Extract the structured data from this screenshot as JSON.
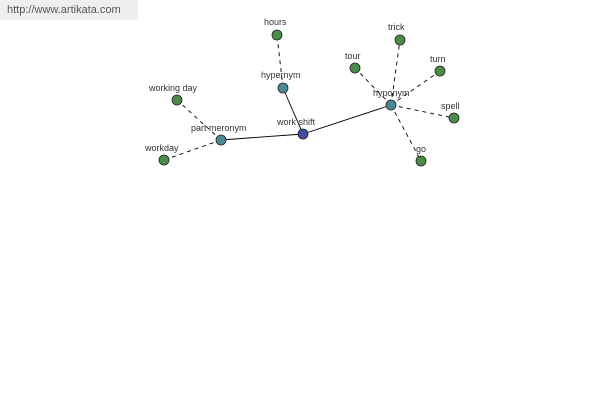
{
  "watermark": "http://www.artikata.com",
  "colors": {
    "center": "#3f4ea0",
    "relation": "#4a8a94",
    "leaf": "#4c8c4a",
    "edge": "#000000"
  },
  "nodes": [
    {
      "id": "center",
      "label": "work shift",
      "kind": "center"
    },
    {
      "id": "hypernym",
      "label": "hypernym",
      "kind": "relation"
    },
    {
      "id": "part-meronym",
      "label": "part meronym",
      "kind": "relation"
    },
    {
      "id": "hyponym",
      "label": "hyponym",
      "kind": "relation"
    },
    {
      "id": "hours",
      "label": "hours",
      "kind": "leaf"
    },
    {
      "id": "working-day",
      "label": "working day",
      "kind": "leaf"
    },
    {
      "id": "workday",
      "label": "workday",
      "kind": "leaf"
    },
    {
      "id": "tour",
      "label": "tour",
      "kind": "leaf"
    },
    {
      "id": "trick",
      "label": "trick",
      "kind": "leaf"
    },
    {
      "id": "turn",
      "label": "turn",
      "kind": "leaf"
    },
    {
      "id": "spell",
      "label": "spell",
      "kind": "leaf"
    },
    {
      "id": "go",
      "label": "go",
      "kind": "leaf"
    }
  ],
  "edges": [
    {
      "from": "center",
      "to": "hypernym",
      "style": "solid"
    },
    {
      "from": "center",
      "to": "part-meronym",
      "style": "solid"
    },
    {
      "from": "center",
      "to": "hyponym",
      "style": "solid"
    },
    {
      "from": "hypernym",
      "to": "hours",
      "style": "dashed"
    },
    {
      "from": "part-meronym",
      "to": "working-day",
      "style": "dashed"
    },
    {
      "from": "part-meronym",
      "to": "workday",
      "style": "dashed"
    },
    {
      "from": "hyponym",
      "to": "tour",
      "style": "dashed"
    },
    {
      "from": "hyponym",
      "to": "trick",
      "style": "dashed"
    },
    {
      "from": "hyponym",
      "to": "turn",
      "style": "dashed"
    },
    {
      "from": "hyponym",
      "to": "spell",
      "style": "dashed"
    },
    {
      "from": "hyponym",
      "to": "go",
      "style": "dashed"
    }
  ]
}
